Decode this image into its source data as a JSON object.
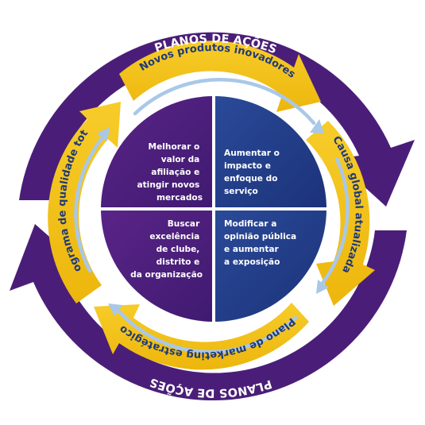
{
  "colors": {
    "outer_ring": "#4a1e78",
    "middle_ring": "#f2c012",
    "inner_arrow": "#a9c8e8",
    "quad_purple": "#4a1d7a",
    "quad_blue": "#1f3d8a",
    "label_dark": "#1f3a7a",
    "label_light": "#ffffff"
  },
  "outer_ring": {
    "top_label": "PLANOS DE AÇÕES",
    "bottom_label": "PLANOS DE AÇÕES"
  },
  "middle_ring": {
    "top_label": "Novos produtos inovadores",
    "right_label": "Causa global atualizada",
    "bottom_label": "Plano de marketing estratégico",
    "left_label": "Programa de qualidade total"
  },
  "quadrants": {
    "top_left": [
      "Melhorar o",
      "valor da",
      "afiliação e",
      "atingir novos",
      "mercados"
    ],
    "top_right": [
      "Aumentar o",
      "impacto e",
      "enfoque do",
      "serviço"
    ],
    "bottom_left": [
      "Buscar",
      "excelência",
      "de clube,",
      "distrito e",
      "da organização"
    ],
    "bottom_right": [
      "Modificar a",
      "opinião pública",
      "e aumentar",
      "a exposição"
    ]
  }
}
